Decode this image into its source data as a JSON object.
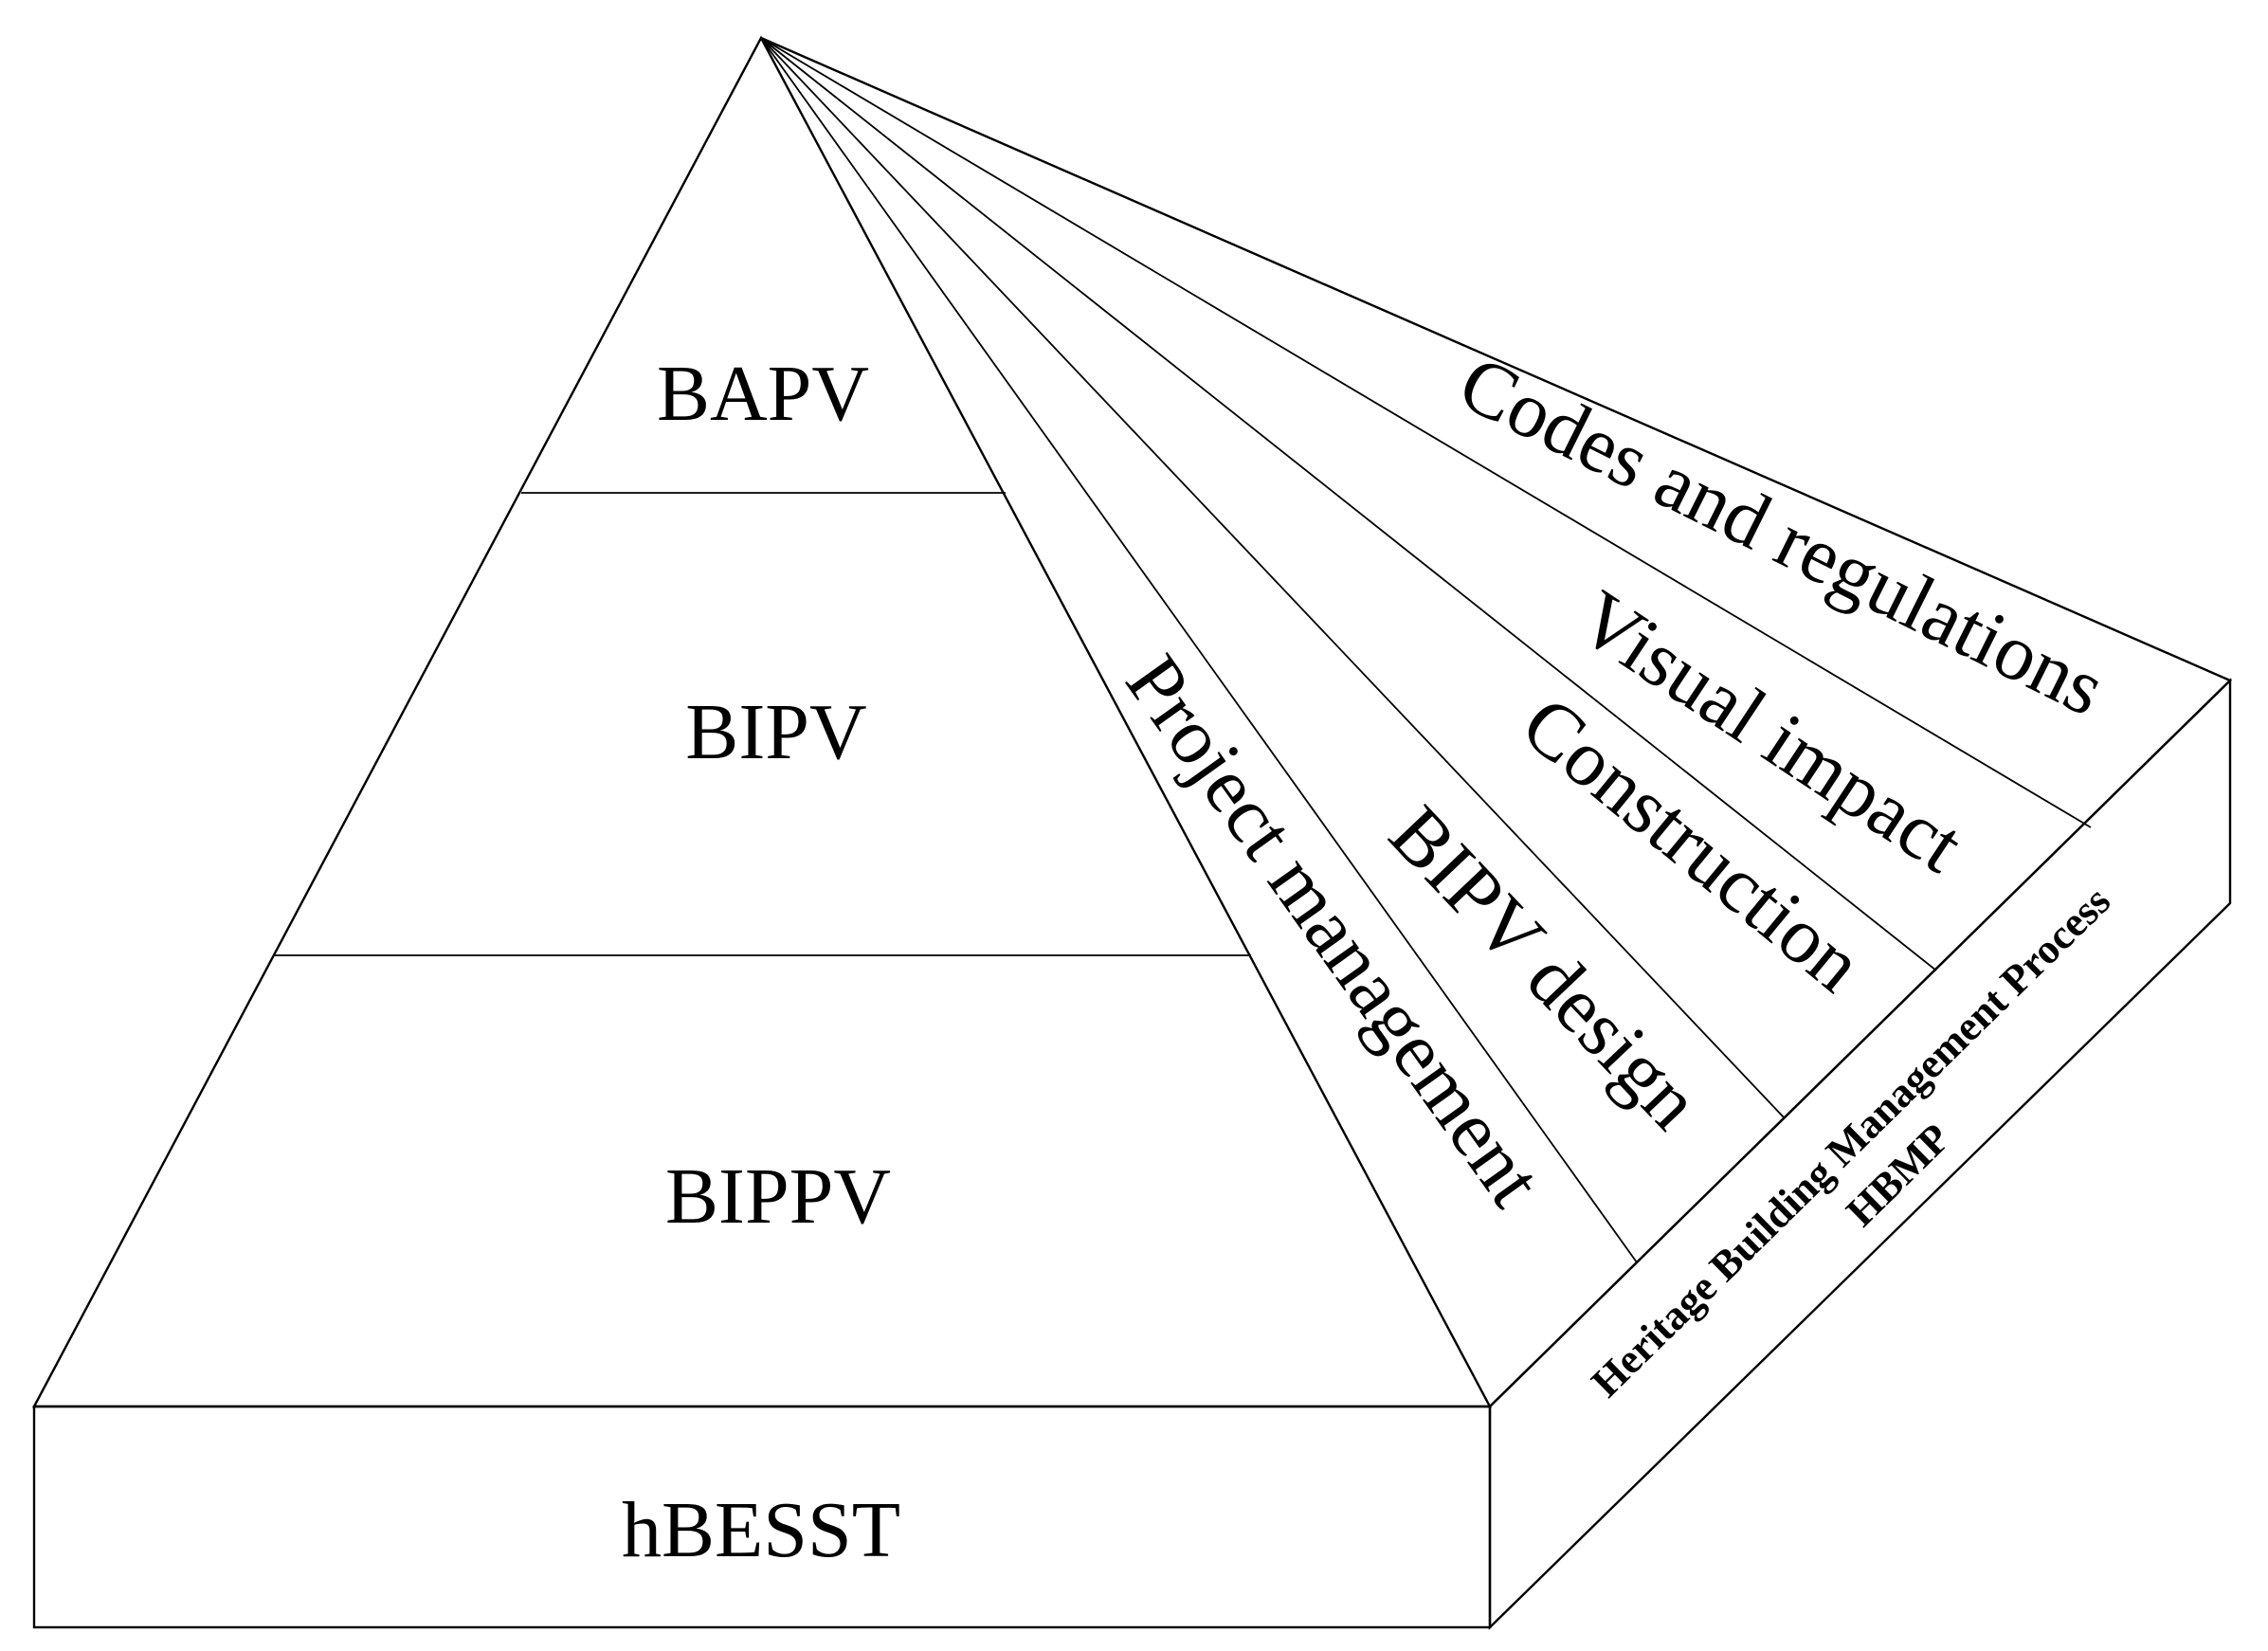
{
  "diagram": {
    "pyramid_tiers": [
      {
        "id": "bapv",
        "label": "BAPV"
      },
      {
        "id": "bipv",
        "label": "BIPV"
      },
      {
        "id": "bippv",
        "label": "BIPPV"
      }
    ],
    "base": {
      "label": "hBESST"
    },
    "side_facets": [
      {
        "id": "project-management",
        "label": "Project management"
      },
      {
        "id": "bipv-design",
        "label": "BIPV design"
      },
      {
        "id": "construction",
        "label": "Construction"
      },
      {
        "id": "visual-impact",
        "label": "Visual impact"
      },
      {
        "id": "codes-and-regulations",
        "label": "Codes and regulations"
      }
    ],
    "band": {
      "line1": "Heritage Building Management Process",
      "line2": "HBMP"
    }
  }
}
